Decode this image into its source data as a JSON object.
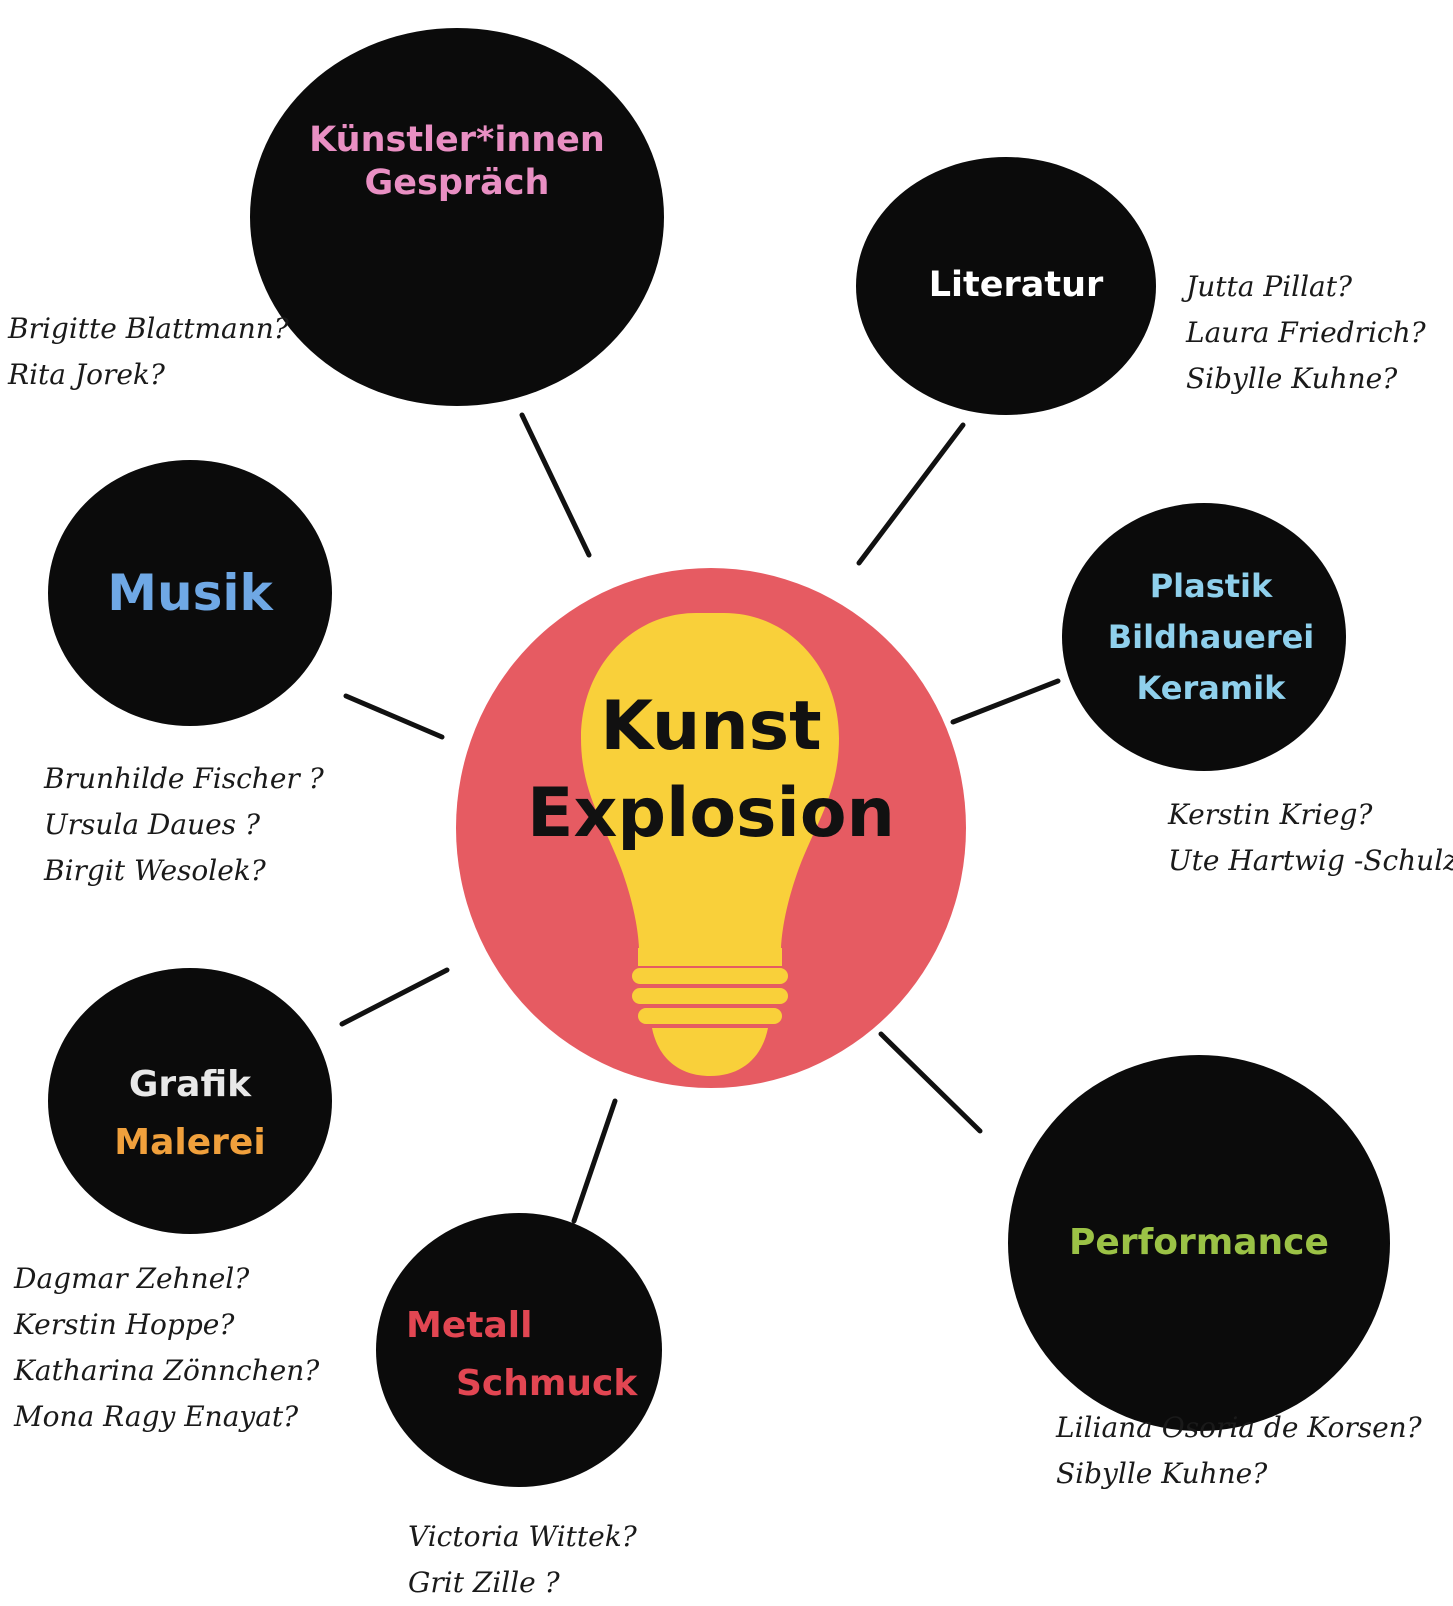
{
  "center": {
    "line1": "Kunst",
    "line2": "Explosion"
  },
  "colors": {
    "node_fill": "#0b0b0b",
    "center_fill": "#e65b62",
    "bulb_fill": "#f9d03a",
    "text_dark": "#111111",
    "kuenstler": "#e98fc3",
    "literatur": "#ffffff",
    "musik": "#6fa8e5",
    "plastik": "#8fd0ec",
    "grafik_line1": "#e8e8e8",
    "grafik_line2": "#f0a03c",
    "metall": "#e24652",
    "performance": "#9bc246"
  },
  "nodes": {
    "kuenstler": {
      "lines": [
        "Künstler*innen",
        "Gespräch"
      ]
    },
    "literatur": {
      "lines": [
        "Literatur"
      ]
    },
    "musik": {
      "lines": [
        "Musik"
      ]
    },
    "plastik": {
      "lines": [
        "Plastik",
        "Bildhauerei",
        "Keramik"
      ]
    },
    "grafik": {
      "lines": [
        "Grafik",
        "Malerei"
      ]
    },
    "metall": {
      "lines": [
        "Metall",
        "Schmuck"
      ]
    },
    "performance": {
      "lines": [
        "Performance"
      ]
    }
  },
  "names": {
    "kuenstler": [
      "Brigitte Blattmann?",
      "Rita Jorek?"
    ],
    "literatur": [
      "Jutta Pillat?",
      "Laura Friedrich?",
      "Sibylle Kuhne?"
    ],
    "musik": [
      "Brunhilde Fischer ?",
      "Ursula Daues ?",
      "Birgit Wesolek?"
    ],
    "plastik": [
      "Kerstin Krieg?",
      "Ute Hartwig -Schulz?"
    ],
    "grafik": [
      "Dagmar Zehnel?",
      "Kerstin Hoppe?",
      "Katharina Zönnchen?",
      "Mona Ragy Enayat?"
    ],
    "metall": [
      "Victoria Wittek?",
      "Grit Zille ?"
    ],
    "performance": [
      "Liliana Osoria de Korsen?",
      "Sibylle Kuhne?"
    ]
  }
}
